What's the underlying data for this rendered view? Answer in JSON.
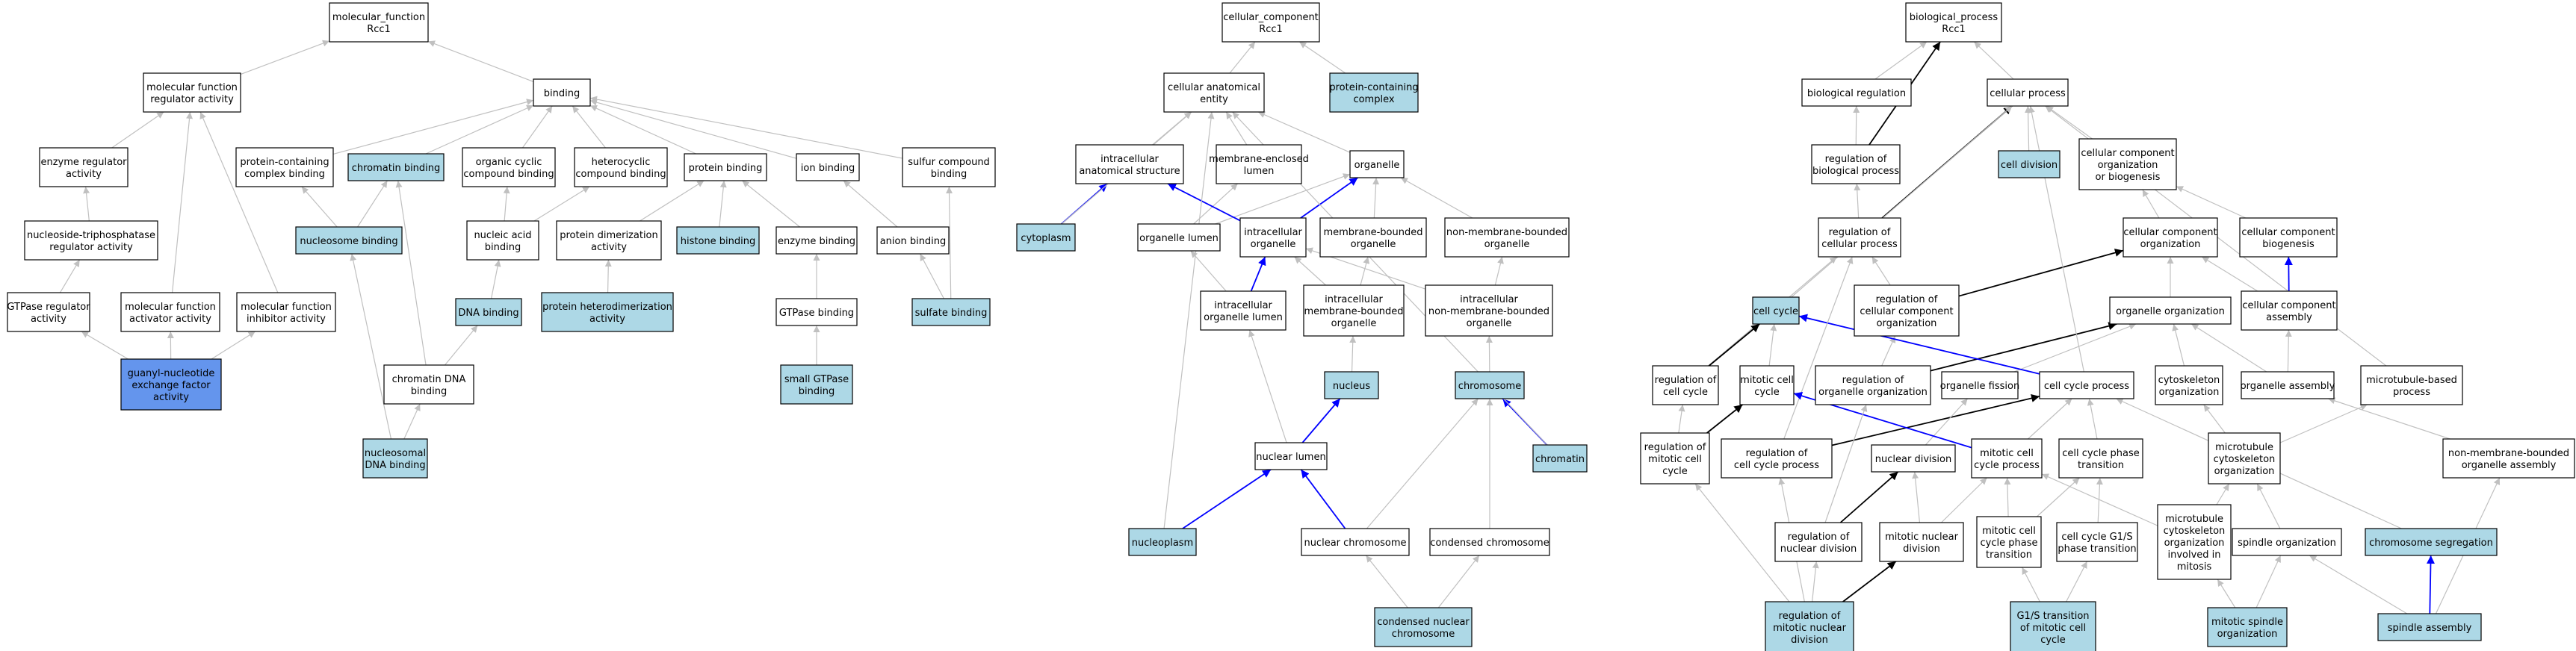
{
  "colors": {
    "plain": "#ffffff",
    "highlight": "#add8e6",
    "query": "#6495ed",
    "edge_default": "#c0c0c0",
    "edge_blue": "#0000ff",
    "edge_black": "#000000"
  },
  "nodes": [
    {
      "id": "mf_root",
      "lines": [
        "molecular_function",
        "Rcc1"
      ],
      "fill": "plain"
    },
    {
      "id": "mfra",
      "lines": [
        "molecular function",
        "regulator activity"
      ],
      "fill": "plain"
    },
    {
      "id": "binding",
      "lines": [
        "binding"
      ],
      "fill": "plain"
    },
    {
      "id": "enzreg",
      "lines": [
        "enzyme regulator",
        "activity"
      ],
      "fill": "plain"
    },
    {
      "id": "pcb",
      "lines": [
        "protein-containing",
        "complex binding"
      ],
      "fill": "plain"
    },
    {
      "id": "chromb",
      "lines": [
        "chromatin binding"
      ],
      "fill": "highlight"
    },
    {
      "id": "occb",
      "lines": [
        "organic cyclic",
        "compound binding"
      ],
      "fill": "plain"
    },
    {
      "id": "hccb",
      "lines": [
        "heterocyclic",
        "compound binding"
      ],
      "fill": "plain"
    },
    {
      "id": "protb",
      "lines": [
        "protein binding"
      ],
      "fill": "plain"
    },
    {
      "id": "ionb",
      "lines": [
        "ion binding"
      ],
      "fill": "plain"
    },
    {
      "id": "sulfcb",
      "lines": [
        "sulfur compound",
        "binding"
      ],
      "fill": "plain"
    },
    {
      "id": "ntpra",
      "lines": [
        "nucleoside-triphosphatase",
        "regulator activity"
      ],
      "fill": "plain"
    },
    {
      "id": "nucb",
      "lines": [
        "nucleosome binding"
      ],
      "fill": "highlight"
    },
    {
      "id": "nab",
      "lines": [
        "nucleic acid",
        "binding"
      ],
      "fill": "plain"
    },
    {
      "id": "pda",
      "lines": [
        "protein dimerization",
        "activity"
      ],
      "fill": "plain"
    },
    {
      "id": "histb",
      "lines": [
        "histone binding"
      ],
      "fill": "highlight"
    },
    {
      "id": "enzb",
      "lines": [
        "enzyme binding"
      ],
      "fill": "plain"
    },
    {
      "id": "anionb",
      "lines": [
        "anion binding"
      ],
      "fill": "plain"
    },
    {
      "id": "gtpra",
      "lines": [
        "GTPase regulator",
        "activity"
      ],
      "fill": "plain"
    },
    {
      "id": "mfaa",
      "lines": [
        "molecular function",
        "activator activity"
      ],
      "fill": "plain"
    },
    {
      "id": "mfia",
      "lines": [
        "molecular function",
        "inhibitor activity"
      ],
      "fill": "plain"
    },
    {
      "id": "dnab",
      "lines": [
        "DNA binding"
      ],
      "fill": "highlight"
    },
    {
      "id": "phda",
      "lines": [
        "protein heterodimerization",
        "activity"
      ],
      "fill": "highlight"
    },
    {
      "id": "gtpb",
      "lines": [
        "GTPase binding"
      ],
      "fill": "plain"
    },
    {
      "id": "sulfb",
      "lines": [
        "sulfate binding"
      ],
      "fill": "highlight"
    },
    {
      "id": "gnef",
      "lines": [
        "guanyl-nucleotide",
        "exchange factor",
        "activity"
      ],
      "fill": "query"
    },
    {
      "id": "cdnab",
      "lines": [
        "chromatin DNA",
        "binding"
      ],
      "fill": "plain"
    },
    {
      "id": "sgtpb",
      "lines": [
        "small GTPase",
        "binding"
      ],
      "fill": "highlight"
    },
    {
      "id": "ndnab",
      "lines": [
        "nucleosomal",
        "DNA binding"
      ],
      "fill": "highlight"
    },
    {
      "id": "cc_root",
      "lines": [
        "cellular_component",
        "Rcc1"
      ],
      "fill": "plain"
    },
    {
      "id": "cae",
      "lines": [
        "cellular anatomical",
        "entity"
      ],
      "fill": "plain"
    },
    {
      "id": "pcc",
      "lines": [
        "protein-containing",
        "complex"
      ],
      "fill": "highlight"
    },
    {
      "id": "ias",
      "lines": [
        "intracellular",
        "anatomical structure"
      ],
      "fill": "plain"
    },
    {
      "id": "mel",
      "lines": [
        "membrane-enclosed",
        "lumen"
      ],
      "fill": "plain"
    },
    {
      "id": "organelle",
      "lines": [
        "organelle"
      ],
      "fill": "plain"
    },
    {
      "id": "cytoplasm",
      "lines": [
        "cytoplasm"
      ],
      "fill": "highlight"
    },
    {
      "id": "orglumen",
      "lines": [
        "organelle lumen"
      ],
      "fill": "plain"
    },
    {
      "id": "intorg",
      "lines": [
        "intracellular",
        "organelle"
      ],
      "fill": "plain"
    },
    {
      "id": "mbo",
      "lines": [
        "membrane-bounded",
        "organelle"
      ],
      "fill": "plain"
    },
    {
      "id": "nmbo",
      "lines": [
        "non-membrane-bounded",
        "organelle"
      ],
      "fill": "plain"
    },
    {
      "id": "iol",
      "lines": [
        "intracellular",
        "organelle lumen"
      ],
      "fill": "plain"
    },
    {
      "id": "imbo",
      "lines": [
        "intracellular",
        "membrane-bounded",
        "organelle"
      ],
      "fill": "plain"
    },
    {
      "id": "inmbo",
      "lines": [
        "intracellular",
        "non-membrane-bounded",
        "organelle"
      ],
      "fill": "plain"
    },
    {
      "id": "nucleus",
      "lines": [
        "nucleus"
      ],
      "fill": "highlight"
    },
    {
      "id": "chromosome",
      "lines": [
        "chromosome"
      ],
      "fill": "highlight"
    },
    {
      "id": "nlumen",
      "lines": [
        "nuclear lumen"
      ],
      "fill": "plain"
    },
    {
      "id": "chromatin",
      "lines": [
        "chromatin"
      ],
      "fill": "highlight"
    },
    {
      "id": "nucleoplasm",
      "lines": [
        "nucleoplasm"
      ],
      "fill": "highlight"
    },
    {
      "id": "nchrom",
      "lines": [
        "nuclear chromosome"
      ],
      "fill": "plain"
    },
    {
      "id": "cchrom",
      "lines": [
        "condensed chromosome"
      ],
      "fill": "plain"
    },
    {
      "id": "cnchrom",
      "lines": [
        "condensed nuclear",
        "chromosome"
      ],
      "fill": "highlight"
    },
    {
      "id": "bp_root",
      "lines": [
        "biological_process",
        "Rcc1"
      ],
      "fill": "plain"
    },
    {
      "id": "bioreg",
      "lines": [
        "biological regulation"
      ],
      "fill": "plain"
    },
    {
      "id": "cellproc",
      "lines": [
        "cellular process"
      ],
      "fill": "plain"
    },
    {
      "id": "rbp",
      "lines": [
        "regulation of",
        "biological process"
      ],
      "fill": "plain"
    },
    {
      "id": "celldiv",
      "lines": [
        "cell division"
      ],
      "fill": "highlight"
    },
    {
      "id": "ccob",
      "lines": [
        "cellular component",
        "organization",
        "or biogenesis"
      ],
      "fill": "plain"
    },
    {
      "id": "rcp",
      "lines": [
        "regulation of",
        "cellular process"
      ],
      "fill": "plain"
    },
    {
      "id": "cco",
      "lines": [
        "cellular component",
        "organization"
      ],
      "fill": "plain"
    },
    {
      "id": "ccb",
      "lines": [
        "cellular component",
        "biogenesis"
      ],
      "fill": "plain"
    },
    {
      "id": "cellcycle",
      "lines": [
        "cell cycle"
      ],
      "fill": "highlight"
    },
    {
      "id": "rcco",
      "lines": [
        "regulation of",
        "cellular component",
        "organization"
      ],
      "fill": "plain"
    },
    {
      "id": "orgorg",
      "lines": [
        "organelle organization"
      ],
      "fill": "plain"
    },
    {
      "id": "cca",
      "lines": [
        "cellular component",
        "assembly"
      ],
      "fill": "plain"
    },
    {
      "id": "rcc",
      "lines": [
        "regulation of",
        "cell cycle"
      ],
      "fill": "plain"
    },
    {
      "id": "mcc",
      "lines": [
        "mitotic cell",
        "cycle"
      ],
      "fill": "plain"
    },
    {
      "id": "roo",
      "lines": [
        "regulation of",
        "organelle organization"
      ],
      "fill": "plain"
    },
    {
      "id": "orgfis",
      "lines": [
        "organelle fission"
      ],
      "fill": "plain"
    },
    {
      "id": "ccp",
      "lines": [
        "cell cycle process"
      ],
      "fill": "plain"
    },
    {
      "id": "cytoorg",
      "lines": [
        "cytoskeleton",
        "organization"
      ],
      "fill": "plain"
    },
    {
      "id": "orgasm",
      "lines": [
        "organelle assembly"
      ],
      "fill": "plain"
    },
    {
      "id": "mtbp",
      "lines": [
        "microtubule-based",
        "process"
      ],
      "fill": "plain"
    },
    {
      "id": "rmcc",
      "lines": [
        "regulation of",
        "mitotic cell",
        "cycle"
      ],
      "fill": "plain"
    },
    {
      "id": "rccp",
      "lines": [
        "regulation of",
        "cell cycle process"
      ],
      "fill": "plain"
    },
    {
      "id": "nucdiv",
      "lines": [
        "nuclear division"
      ],
      "fill": "plain"
    },
    {
      "id": "mccp",
      "lines": [
        "mitotic cell",
        "cycle process"
      ],
      "fill": "plain"
    },
    {
      "id": "ccpt",
      "lines": [
        "cell cycle phase",
        "transition"
      ],
      "fill": "plain"
    },
    {
      "id": "mtco",
      "lines": [
        "microtubule",
        "cytoskeleton",
        "organization"
      ],
      "fill": "plain"
    },
    {
      "id": "nmboa",
      "lines": [
        "non-membrane-bounded",
        "organelle assembly"
      ],
      "fill": "plain"
    },
    {
      "id": "rnd",
      "lines": [
        "regulation of",
        "nuclear division"
      ],
      "fill": "plain"
    },
    {
      "id": "mnd",
      "lines": [
        "mitotic nuclear",
        "division"
      ],
      "fill": "plain"
    },
    {
      "id": "mccpt",
      "lines": [
        "mitotic cell",
        "cycle phase",
        "transition"
      ],
      "fill": "plain"
    },
    {
      "id": "g1spt",
      "lines": [
        "cell cycle G1/S",
        "phase transition"
      ],
      "fill": "plain"
    },
    {
      "id": "mtcoim",
      "lines": [
        "microtubule",
        "cytoskeleton",
        "organization",
        "involved in",
        "mitosis"
      ],
      "fill": "plain"
    },
    {
      "id": "spindorg",
      "lines": [
        "spindle organization"
      ],
      "fill": "plain"
    },
    {
      "id": "chromseg",
      "lines": [
        "chromosome segregation"
      ],
      "fill": "highlight"
    },
    {
      "id": "rmnd",
      "lines": [
        "regulation of",
        "mitotic nuclear",
        "division"
      ],
      "fill": "highlight"
    },
    {
      "id": "g1st",
      "lines": [
        "G1/S transition",
        "of mitotic cell",
        "cycle"
      ],
      "fill": "highlight"
    },
    {
      "id": "mso",
      "lines": [
        "mitotic spindle",
        "organization"
      ],
      "fill": "highlight"
    },
    {
      "id": "spasm",
      "lines": [
        "spindle assembly"
      ],
      "fill": "highlight"
    }
  ],
  "edges": [
    [
      "mfra",
      "mf_root",
      "default"
    ],
    [
      "binding",
      "mf_root",
      "default"
    ],
    [
      "enzreg",
      "mfra",
      "default"
    ],
    [
      "ntpra",
      "enzreg",
      "default"
    ],
    [
      "gtpra",
      "ntpra",
      "default"
    ],
    [
      "mfaa",
      "mfra",
      "default"
    ],
    [
      "mfia",
      "mfra",
      "default"
    ],
    [
      "gnef",
      "gtpra",
      "default"
    ],
    [
      "gnef",
      "mfaa",
      "default"
    ],
    [
      "gnef",
      "mfia",
      "default"
    ],
    [
      "pcb",
      "binding",
      "default"
    ],
    [
      "chromb",
      "binding",
      "default"
    ],
    [
      "occb",
      "binding",
      "default"
    ],
    [
      "hccb",
      "binding",
      "default"
    ],
    [
      "protb",
      "binding",
      "default"
    ],
    [
      "ionb",
      "binding",
      "default"
    ],
    [
      "sulfcb",
      "binding",
      "default"
    ],
    [
      "nucb",
      "pcb",
      "default"
    ],
    [
      "nucb",
      "chromb",
      "default"
    ],
    [
      "nab",
      "occb",
      "default"
    ],
    [
      "nab",
      "hccb",
      "default"
    ],
    [
      "pda",
      "protb",
      "default"
    ],
    [
      "histb",
      "protb",
      "default"
    ],
    [
      "enzb",
      "protb",
      "default"
    ],
    [
      "anionb",
      "ionb",
      "default"
    ],
    [
      "dnab",
      "nab",
      "default"
    ],
    [
      "phda",
      "pda",
      "default"
    ],
    [
      "gtpb",
      "enzb",
      "default"
    ],
    [
      "sulfb",
      "anionb",
      "default"
    ],
    [
      "sulfb",
      "sulfcb",
      "default"
    ],
    [
      "cdnab",
      "chromb",
      "default"
    ],
    [
      "cdnab",
      "dnab",
      "default"
    ],
    [
      "sgtpb",
      "gtpb",
      "default"
    ],
    [
      "ndnab",
      "nucb",
      "default"
    ],
    [
      "ndnab",
      "cdnab",
      "default"
    ],
    [
      "cae",
      "cc_root",
      "default"
    ],
    [
      "pcc",
      "cc_root",
      "default"
    ],
    [
      "ias",
      "cae",
      "default"
    ],
    [
      "mel",
      "cae",
      "default"
    ],
    [
      "organelle",
      "cae",
      "default"
    ],
    [
      "cytoplasm",
      "ias",
      "blue"
    ],
    [
      "cytoplasm",
      "cae",
      "default"
    ],
    [
      "orglumen",
      "mel",
      "default"
    ],
    [
      "orglumen",
      "organelle",
      "default"
    ],
    [
      "intorg",
      "ias",
      "blue"
    ],
    [
      "intorg",
      "organelle",
      "blue"
    ],
    [
      "mbo",
      "organelle",
      "default"
    ],
    [
      "nmbo",
      "organelle",
      "default"
    ],
    [
      "iol",
      "orglumen",
      "default"
    ],
    [
      "iol",
      "intorg",
      "blue"
    ],
    [
      "imbo",
      "intorg",
      "default"
    ],
    [
      "imbo",
      "mbo",
      "default"
    ],
    [
      "inmbo",
      "intorg",
      "default"
    ],
    [
      "inmbo",
      "nmbo",
      "default"
    ],
    [
      "nucleus",
      "imbo",
      "default"
    ],
    [
      "chromosome",
      "inmbo",
      "default"
    ],
    [
      "nlumen",
      "iol",
      "default"
    ],
    [
      "nlumen",
      "nucleus",
      "blue"
    ],
    [
      "chromatin",
      "chromosome",
      "blue"
    ],
    [
      "chromatin",
      "cae",
      "default"
    ],
    [
      "nucleoplasm",
      "nlumen",
      "blue"
    ],
    [
      "nucleoplasm",
      "cae",
      "default"
    ],
    [
      "nchrom",
      "nlumen",
      "blue"
    ],
    [
      "nchrom",
      "chromosome",
      "default"
    ],
    [
      "cchrom",
      "chromosome",
      "default"
    ],
    [
      "cnchrom",
      "nchrom",
      "default"
    ],
    [
      "cnchrom",
      "cchrom",
      "default"
    ],
    [
      "bioreg",
      "bp_root",
      "default"
    ],
    [
      "cellproc",
      "bp_root",
      "default"
    ],
    [
      "rbp",
      "bioreg",
      "default"
    ],
    [
      "rbp",
      "bp_root",
      "black"
    ],
    [
      "celldiv",
      "cellproc",
      "default"
    ],
    [
      "ccob",
      "cellproc",
      "default"
    ],
    [
      "rcp",
      "rbp",
      "default"
    ],
    [
      "rcp",
      "cellproc",
      "black"
    ],
    [
      "cco",
      "ccob",
      "default"
    ],
    [
      "ccb",
      "ccob",
      "default"
    ],
    [
      "cellcycle",
      "cellproc",
      "default"
    ],
    [
      "rcco",
      "rcp",
      "default"
    ],
    [
      "rcco",
      "cco",
      "black"
    ],
    [
      "orgorg",
      "cco",
      "default"
    ],
    [
      "cca",
      "cco",
      "default"
    ],
    [
      "cca",
      "ccb",
      "blue"
    ],
    [
      "rcc",
      "rcp",
      "default"
    ],
    [
      "rcc",
      "cellcycle",
      "black"
    ],
    [
      "mcc",
      "cellcycle",
      "default"
    ],
    [
      "roo",
      "rcco",
      "default"
    ],
    [
      "roo",
      "orgorg",
      "black"
    ],
    [
      "orgfis",
      "orgorg",
      "default"
    ],
    [
      "ccp",
      "cellcycle",
      "blue"
    ],
    [
      "ccp",
      "cellproc",
      "default"
    ],
    [
      "cytoorg",
      "orgorg",
      "default"
    ],
    [
      "orgasm",
      "orgorg",
      "default"
    ],
    [
      "orgasm",
      "cca",
      "default"
    ],
    [
      "mtbp",
      "cellproc",
      "default"
    ],
    [
      "rmcc",
      "rcc",
      "default"
    ],
    [
      "rmcc",
      "mcc",
      "black"
    ],
    [
      "rccp",
      "rcp",
      "default"
    ],
    [
      "rccp",
      "ccp",
      "black"
    ],
    [
      "nucdiv",
      "orgfis",
      "default"
    ],
    [
      "mccp",
      "mcc",
      "blue"
    ],
    [
      "mccp",
      "ccp",
      "default"
    ],
    [
      "ccpt",
      "ccp",
      "default"
    ],
    [
      "mtco",
      "cytoorg",
      "default"
    ],
    [
      "mtco",
      "mtbp",
      "default"
    ],
    [
      "nmboa",
      "orgasm",
      "default"
    ],
    [
      "rnd",
      "roo",
      "default"
    ],
    [
      "rnd",
      "nucdiv",
      "black"
    ],
    [
      "mnd",
      "nucdiv",
      "default"
    ],
    [
      "mnd",
      "mccp",
      "default"
    ],
    [
      "mccpt",
      "mccp",
      "default"
    ],
    [
      "mccpt",
      "ccpt",
      "default"
    ],
    [
      "g1spt",
      "ccpt",
      "default"
    ],
    [
      "mtcoim",
      "mtco",
      "default"
    ],
    [
      "mtcoim",
      "mccp",
      "default"
    ],
    [
      "spindorg",
      "mtco",
      "default"
    ],
    [
      "chromseg",
      "ccp",
      "default"
    ],
    [
      "rmnd",
      "rnd",
      "default"
    ],
    [
      "rmnd",
      "mnd",
      "black"
    ],
    [
      "rmnd",
      "rmcc",
      "default"
    ],
    [
      "rmnd",
      "rccp",
      "default"
    ],
    [
      "g1st",
      "mccpt",
      "default"
    ],
    [
      "g1st",
      "g1spt",
      "default"
    ],
    [
      "mso",
      "spindorg",
      "default"
    ],
    [
      "mso",
      "mtcoim",
      "default"
    ],
    [
      "spasm",
      "chromseg",
      "blue"
    ],
    [
      "spasm",
      "spindorg",
      "default"
    ],
    [
      "spasm",
      "nmboa",
      "default"
    ]
  ]
}
